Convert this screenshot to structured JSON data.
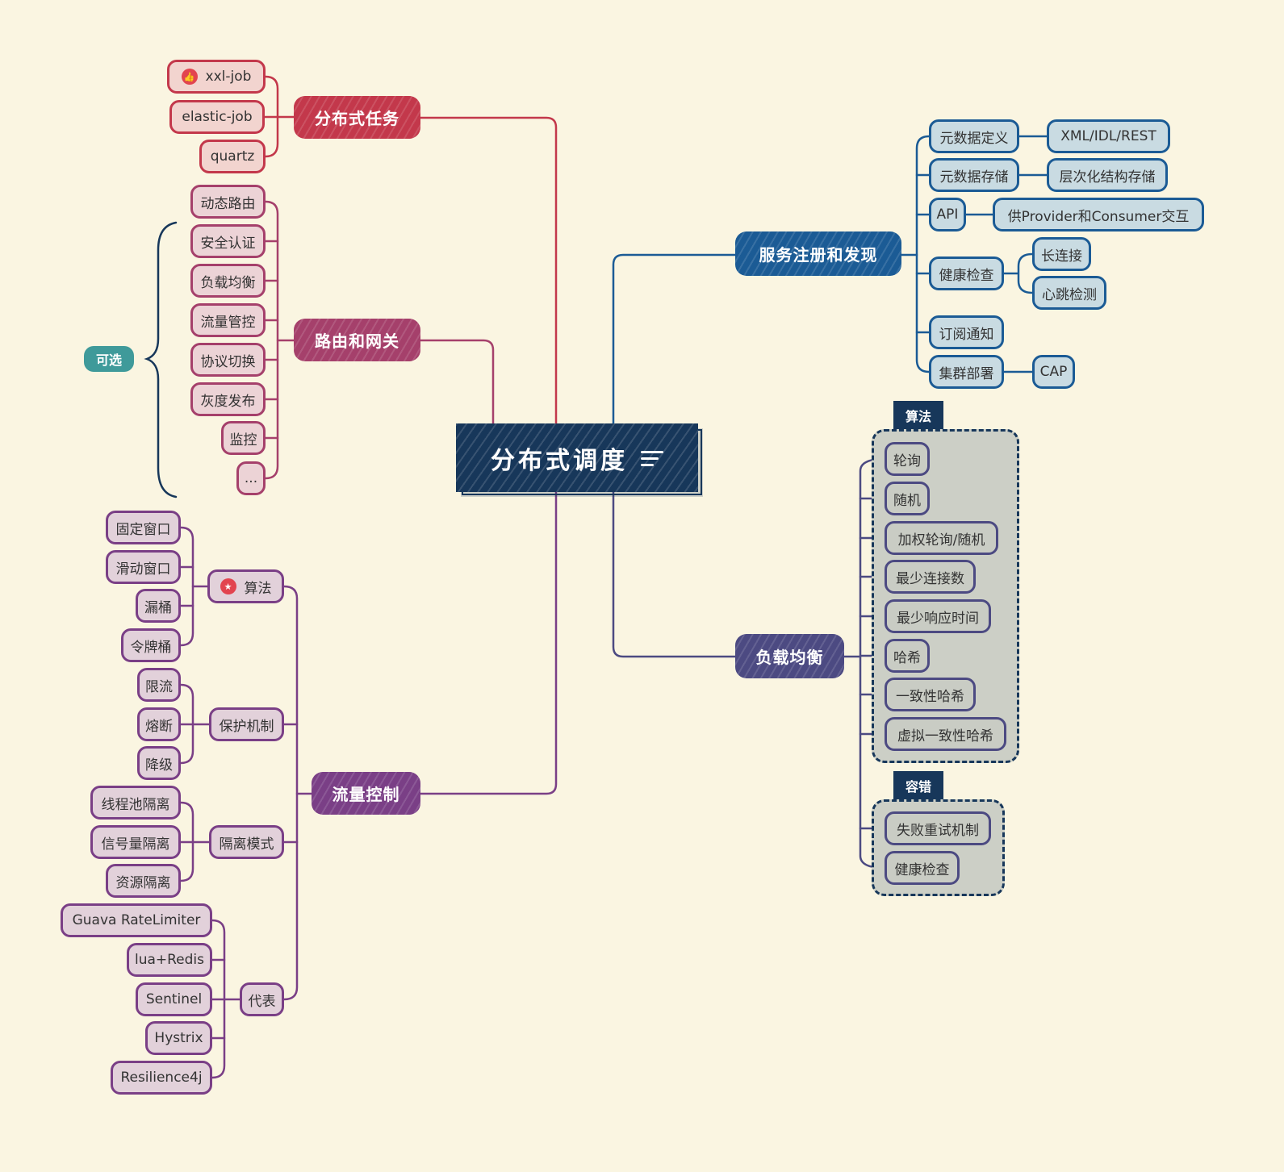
{
  "root": {
    "label": "分布式调度"
  },
  "branches": {
    "task": {
      "label": "分布式任务",
      "color": "#c3384b",
      "items": [
        "xxl-job",
        "elastic-job",
        "quartz"
      ],
      "icon": "thumbs-up-icon"
    },
    "gateway": {
      "label": "路由和网关",
      "color": "#a5406b",
      "items": [
        "动态路由",
        "安全认证",
        "负载均衡",
        "流量管控",
        "协议切换",
        "灰度发布",
        "监控",
        "..."
      ],
      "optional_label": "可选"
    },
    "flow": {
      "label": "流量控制",
      "color": "#7a3f86",
      "groups": [
        {
          "label": "算法",
          "icon": "star-icon",
          "items": [
            "固定窗口",
            "滑动窗口",
            "漏桶",
            "令牌桶"
          ]
        },
        {
          "label": "保护机制",
          "items": [
            "限流",
            "熔断",
            "降级"
          ]
        },
        {
          "label": "隔离模式",
          "items": [
            "线程池隔离",
            "信号量隔离",
            "资源隔离"
          ]
        },
        {
          "label": "代表",
          "items": [
            "Guava RateLimiter",
            "lua+Redis",
            "Sentinel",
            "Hystrix",
            "Resilience4j"
          ]
        }
      ]
    },
    "registry": {
      "label": "服务注册和发现",
      "color": "#1b5b95",
      "items": [
        {
          "label": "元数据定义",
          "children": [
            "XML/IDL/REST"
          ]
        },
        {
          "label": "元数据存储",
          "children": [
            "层次化结构存储"
          ]
        },
        {
          "label": "API",
          "children": [
            "供Provider和Consumer交互"
          ]
        },
        {
          "label": "健康检查",
          "children": [
            "长连接",
            "心跳检测"
          ]
        },
        {
          "label": "订阅通知",
          "children": []
        },
        {
          "label": "集群部署",
          "children": [
            "CAP"
          ]
        }
      ]
    },
    "lb": {
      "label": "负载均衡",
      "color": "#4c4a82",
      "algo_tag": "算法",
      "algo_items": [
        "轮询",
        "随机",
        "加权轮询/随机",
        "最少连接数",
        "最少响应时间",
        "哈希",
        "一致性哈希",
        "虚拟一致性哈希"
      ],
      "fault_tag": "容错",
      "fault_items": [
        "失败重试机制",
        "健康检查"
      ]
    }
  }
}
